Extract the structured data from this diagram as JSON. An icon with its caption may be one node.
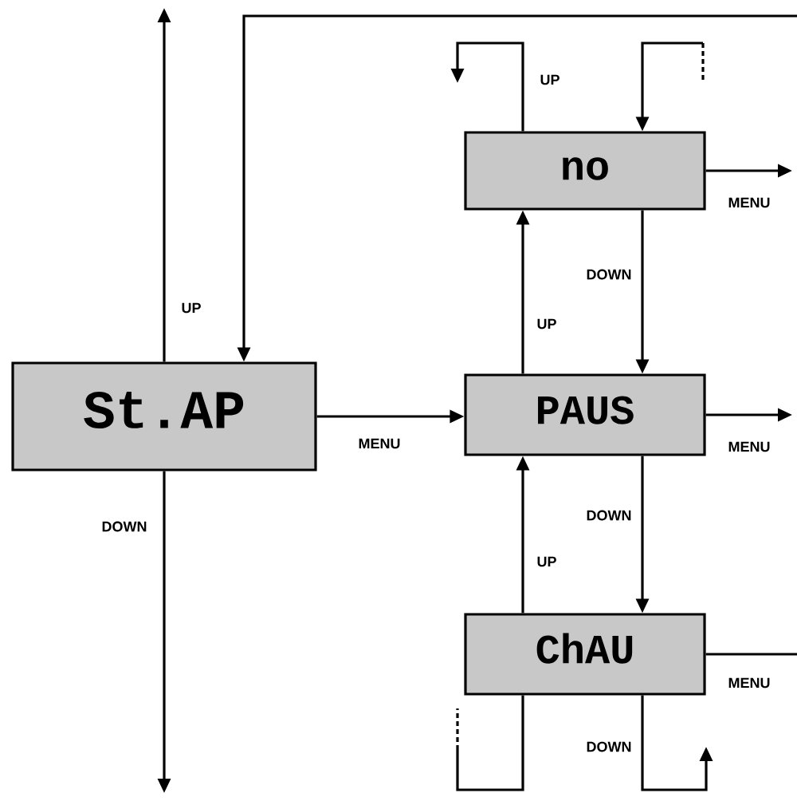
{
  "diagram": {
    "nodes": [
      {
        "text": [
          "St.AP"
        ]
      },
      {
        "text": [
          "no"
        ]
      },
      {
        "text": [
          "PAUS"
        ]
      },
      {
        "text": [
          "ChAU"
        ]
      }
    ],
    "edges": [
      {
        "from": 0,
        "to": null,
        "arrow": "to",
        "label": "UP"
      },
      {
        "from": 0,
        "to": null,
        "arrow": "to",
        "label": "DOWN"
      },
      {
        "from": 0,
        "to": 2,
        "arrow": "to",
        "label": "MENU"
      },
      {
        "from": null,
        "to": 0,
        "arrow": "to"
      },
      {
        "from": 1,
        "to": null,
        "arrow": "to",
        "label": "UP"
      },
      {
        "from": null,
        "to": 1,
        "arrow": "to"
      },
      {
        "from": 1,
        "to": null,
        "arrow": "to",
        "label": "MENU"
      },
      {
        "from": 2,
        "to": 1,
        "arrow": "to",
        "label": "UP"
      },
      {
        "from": 1,
        "to": 2,
        "arrow": "to",
        "label": "DOWN"
      },
      {
        "from": 2,
        "to": null,
        "arrow": "to",
        "label": "MENU"
      },
      {
        "from": 3,
        "to": 2,
        "arrow": "to",
        "label": "UP"
      },
      {
        "from": 2,
        "to": 3,
        "arrow": "to",
        "label": "DOWN"
      },
      {
        "from": 3,
        "to": null,
        "arrow": "none",
        "label": "MENU"
      },
      {
        "from": null,
        "to": 3,
        "arrow": "none"
      },
      {
        "from": 3,
        "to": null,
        "arrow": "to",
        "label": "DOWN"
      }
    ]
  }
}
